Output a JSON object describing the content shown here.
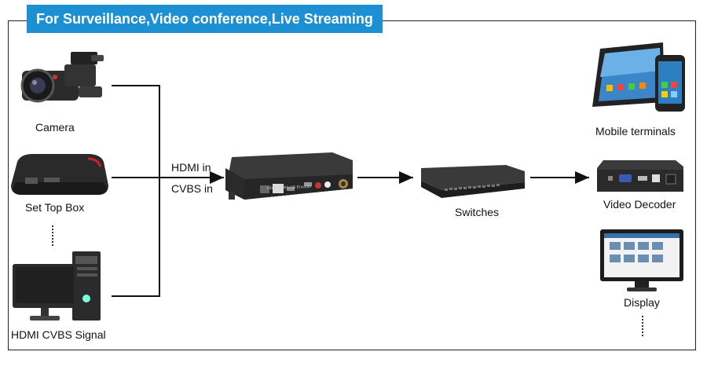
{
  "banner": {
    "title": "For Surveillance,Video conference,Live Streaming"
  },
  "sources": {
    "camera": "Camera",
    "settop": "Set Top Box",
    "pc": "HDMI CVBS Signal"
  },
  "inputs": {
    "hdmi": "HDMI in",
    "cvbs": "CVBS in"
  },
  "encoder": {
    "panel_text": "HDMI CVBS HD Encoder"
  },
  "network": {
    "switch": "Switches"
  },
  "outputs": {
    "mobile": "Mobile terminals",
    "decoder": "Video Decoder",
    "display": "Display"
  },
  "colors": {
    "banner": "#1d8fd3",
    "line": "#111111",
    "device": "#2b2b2b"
  }
}
